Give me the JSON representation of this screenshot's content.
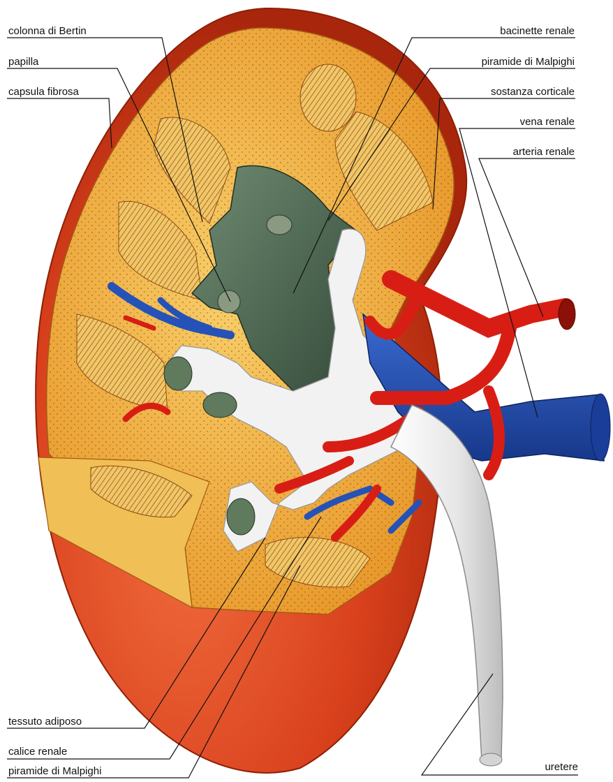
{
  "labels_left": [
    {
      "id": "colonna-di-bertin",
      "text": "colonna di Bertin"
    },
    {
      "id": "papilla",
      "text": "papilla"
    },
    {
      "id": "capsula-fibrosa",
      "text": "capsula fibrosa"
    },
    {
      "id": "tessuto-adiposo",
      "text": "tessuto adiposo"
    },
    {
      "id": "calice-renale",
      "text": "calice renale"
    },
    {
      "id": "piramide-di-malpighi-bottom",
      "text": "piramide di Malpighi"
    }
  ],
  "labels_right": [
    {
      "id": "bacinette-renale",
      "text": "bacinette renale"
    },
    {
      "id": "piramide-di-malpighi-top",
      "text": "piramide di Malpighi"
    },
    {
      "id": "sostanza-corticale",
      "text": "sostanza corticale"
    },
    {
      "id": "vena-renale",
      "text": "vena renale"
    },
    {
      "id": "arteria-renale",
      "text": "arteria renale"
    },
    {
      "id": "uretere",
      "text": "uretere"
    }
  ],
  "colors": {
    "capsule": "#d8401c",
    "capsule_dark": "#b02a0e",
    "cortex": "#f2b23a",
    "medulla": "#f7d27a",
    "pelvis": "#4e6a55",
    "ureter": "#e8e8e8",
    "artery": "#d81e14",
    "vein": "#1f4fb0",
    "leader_line": "#111111"
  }
}
